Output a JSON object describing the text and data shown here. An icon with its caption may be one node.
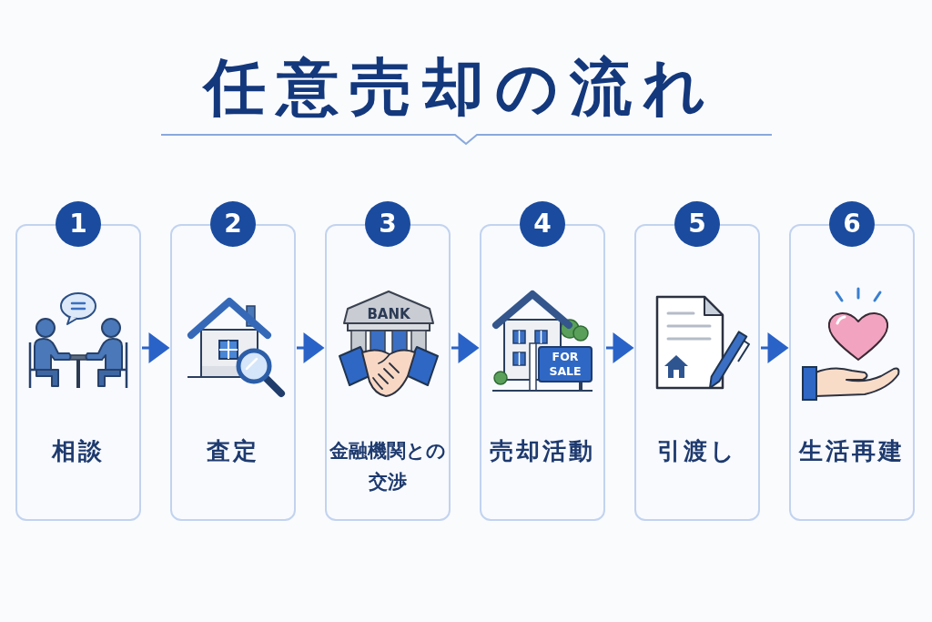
{
  "diagram": {
    "title": "任意売却の流れ",
    "nodes": [
      {
        "text": [
          "1"
        ]
      },
      {
        "text": [
          "相談"
        ]
      },
      {
        "text": [
          "2"
        ]
      },
      {
        "text": [
          "査定"
        ]
      },
      {
        "text": [
          "3"
        ]
      },
      {
        "text": [
          "金融機関との交渉"
        ]
      },
      {
        "text": [
          "4"
        ]
      },
      {
        "text": [
          "売却活動"
        ]
      },
      {
        "text": [
          "5"
        ]
      },
      {
        "text": [
          "引渡し"
        ]
      },
      {
        "text": [
          "6"
        ]
      },
      {
        "text": [
          "生活再建"
        ]
      }
    ],
    "edges": [
      {
        "from": 1,
        "to": 3,
        "arrow": "to"
      },
      {
        "from": 3,
        "to": 5,
        "arrow": "to"
      },
      {
        "from": 5,
        "to": 7,
        "arrow": "to"
      },
      {
        "from": 7,
        "to": 9,
        "arrow": "to"
      },
      {
        "from": 9,
        "to": 11,
        "arrow": "to"
      }
    ],
    "labels": [
      "BANK",
      "FOR SALE"
    ]
  }
}
